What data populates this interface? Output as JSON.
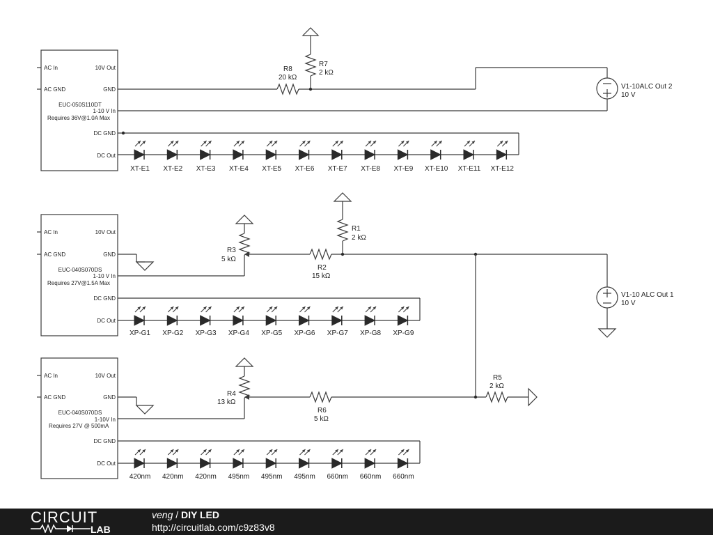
{
  "drivers": [
    {
      "pins_left": [
        "AC In",
        "AC GND"
      ],
      "pins_right": [
        "10V Out",
        "GND",
        "1-10 V In",
        "DC GND",
        "DC Out"
      ],
      "model": "EUC-050S110DT",
      "requirement": "Requires 36V@1.0A Max",
      "leds": [
        "XT-E1",
        "XT-E2",
        "XT-E3",
        "XT-E4",
        "XT-E5",
        "XT-E6",
        "XT-E7",
        "XT-E8",
        "XT-E9",
        "XT-E10",
        "XT-E11",
        "XT-E12"
      ]
    },
    {
      "pins_left": [
        "AC In",
        "AC GND"
      ],
      "pins_right": [
        "10V Out",
        "GND",
        "1-10 V In",
        "DC GND",
        "DC Out"
      ],
      "model": "EUC-040S070DS",
      "requirement": "Requires 27V@1.5A Max",
      "leds": [
        "XP-G1",
        "XP-G2",
        "XP-G3",
        "XP-G4",
        "XP-G5",
        "XP-G6",
        "XP-G7",
        "XP-G8",
        "XP-G9"
      ]
    },
    {
      "pins_left": [
        "AC In",
        "AC GND"
      ],
      "pins_right": [
        "10V Out",
        "GND",
        "1-10V In",
        "DC GND",
        "DC Out"
      ],
      "model": "EUC-040S070DS",
      "requirement": "Requires 27V @ 500mA",
      "leds": [
        "420nm",
        "420nm",
        "420nm",
        "495nm",
        "495nm",
        "495nm",
        "660nm",
        "660nm",
        "660nm"
      ]
    }
  ],
  "resistors": [
    {
      "name": "R8",
      "value": "20 kΩ"
    },
    {
      "name": "R7",
      "value": "2 kΩ"
    },
    {
      "name": "R3",
      "value": "5 kΩ"
    },
    {
      "name": "R1",
      "value": "2 kΩ"
    },
    {
      "name": "R2",
      "value": "15 kΩ"
    },
    {
      "name": "R4",
      "value": "13 kΩ"
    },
    {
      "name": "R6",
      "value": "5 kΩ"
    },
    {
      "name": "R5",
      "value": "2 kΩ"
    }
  ],
  "sources": [
    {
      "name": "V1-10ALC Out 2",
      "value": "10 V"
    },
    {
      "name": "V1-10 ALC Out 1",
      "value": "10 V"
    }
  ],
  "footer": {
    "logo_top": "CIRCUIT",
    "logo_bottom": "LAB",
    "user": "veng",
    "separator": " / ",
    "title": "DIY LED",
    "url": "http://circuitlab.com/c9z83v8"
  }
}
